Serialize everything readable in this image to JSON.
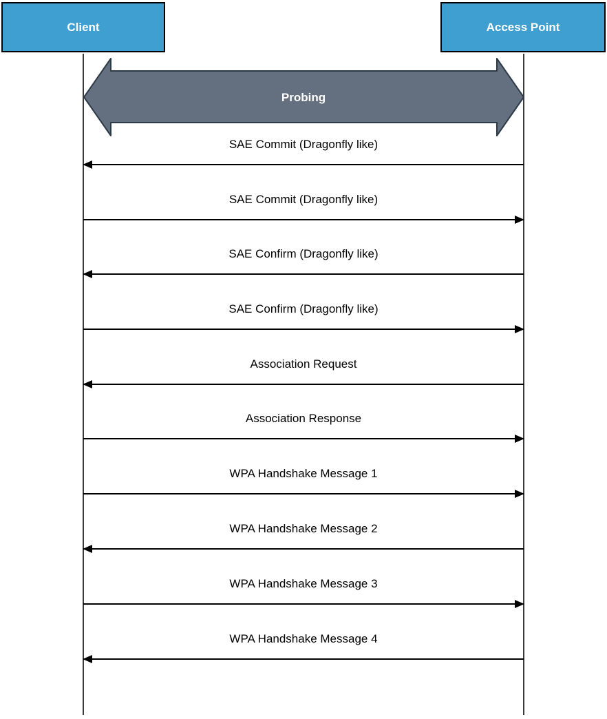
{
  "diagram": {
    "type": "sequence-diagram",
    "actors": [
      {
        "id": "client",
        "label": "Client"
      },
      {
        "id": "access_point",
        "label": "Access Point"
      }
    ],
    "probing": {
      "label": "Probing",
      "direction": "bidirectional",
      "from": "client",
      "to": "access_point"
    },
    "messages": [
      {
        "label": "SAE Commit (Dragonfly like)",
        "direction": "to_client"
      },
      {
        "label": "SAE Commit (Dragonfly like)",
        "direction": "to_ap"
      },
      {
        "label": "SAE Confirm (Dragonfly like)",
        "direction": "to_client"
      },
      {
        "label": "SAE Confirm (Dragonfly like)",
        "direction": "to_ap"
      },
      {
        "label": "Association Request",
        "direction": "to_client"
      },
      {
        "label": "Association Response",
        "direction": "to_ap"
      },
      {
        "label": "WPA Handshake Message 1",
        "direction": "to_ap"
      },
      {
        "label": "WPA Handshake Message 2",
        "direction": "to_client"
      },
      {
        "label": "WPA Handshake Message 3",
        "direction": "to_ap"
      },
      {
        "label": "WPA Handshake Message 4",
        "direction": "to_client"
      }
    ],
    "colors": {
      "actor_fill": "#3f9fd1",
      "actor_border": "#000000",
      "actor_text": "#ffffff",
      "probing_fill": "#64707f",
      "probing_border": "#2d3a48",
      "probing_text": "#ffffff",
      "message_arrow": "#000000",
      "message_text": "#000000",
      "lifeline": "#3a3a3a"
    }
  }
}
